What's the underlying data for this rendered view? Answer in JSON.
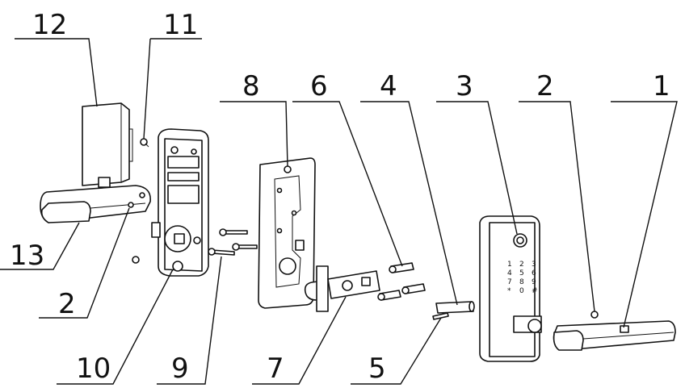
{
  "callouts": [
    "12",
    "11",
    "8",
    "6",
    "4",
    "3",
    "2",
    "1",
    "13",
    "2",
    "10",
    "9",
    "7",
    "5"
  ],
  "keypad": [
    "1",
    "2",
    "3",
    "4",
    "5",
    "6",
    "7",
    "8",
    "9",
    "*",
    "0",
    "#"
  ]
}
